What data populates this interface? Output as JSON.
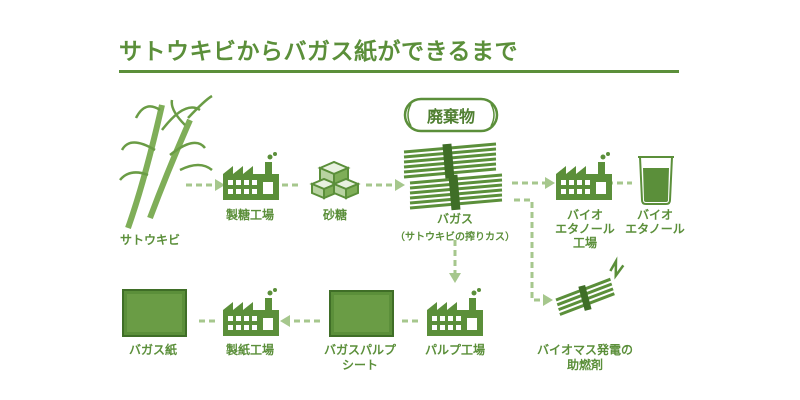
{
  "title": "サトウキビからバガス紙ができるまで",
  "colors": {
    "green": "#5b8f3a",
    "dark_green": "#3f6e27",
    "mid_green": "#7fae58",
    "pale_green": "#b8d3a1",
    "light": "#e8f1df"
  },
  "waste_badge": "廃棄物",
  "nodes": {
    "sugarcane": "サトウキビ",
    "sugar_factory": "製糖工場",
    "sugar": "砂糖",
    "bagasse": "バガス",
    "bagasse_note": "（サトウキビの搾りカス）",
    "bio_factory_line1": "バイオ",
    "bio_factory_line2": "エタノール",
    "bio_factory_line3": "工場",
    "bio_ethanol_line1": "バイオ",
    "bio_ethanol_line2": "エタノール",
    "biomass_line1": "バイオマス発電の",
    "biomass_line2": "助燃剤",
    "pulp_factory": "パルプ工場",
    "pulp_sheet_line1": "バガスパルプ",
    "pulp_sheet_line2": "シート",
    "paper_factory": "製紙工場",
    "bagasse_paper": "バガス紙"
  },
  "icons": [
    "sugarcane-icon",
    "factory-icon",
    "sugar-cubes-icon",
    "bagasse-bundle-icon",
    "beaker-icon",
    "burning-bundle-icon",
    "sheet-icon",
    "paper-icon"
  ]
}
